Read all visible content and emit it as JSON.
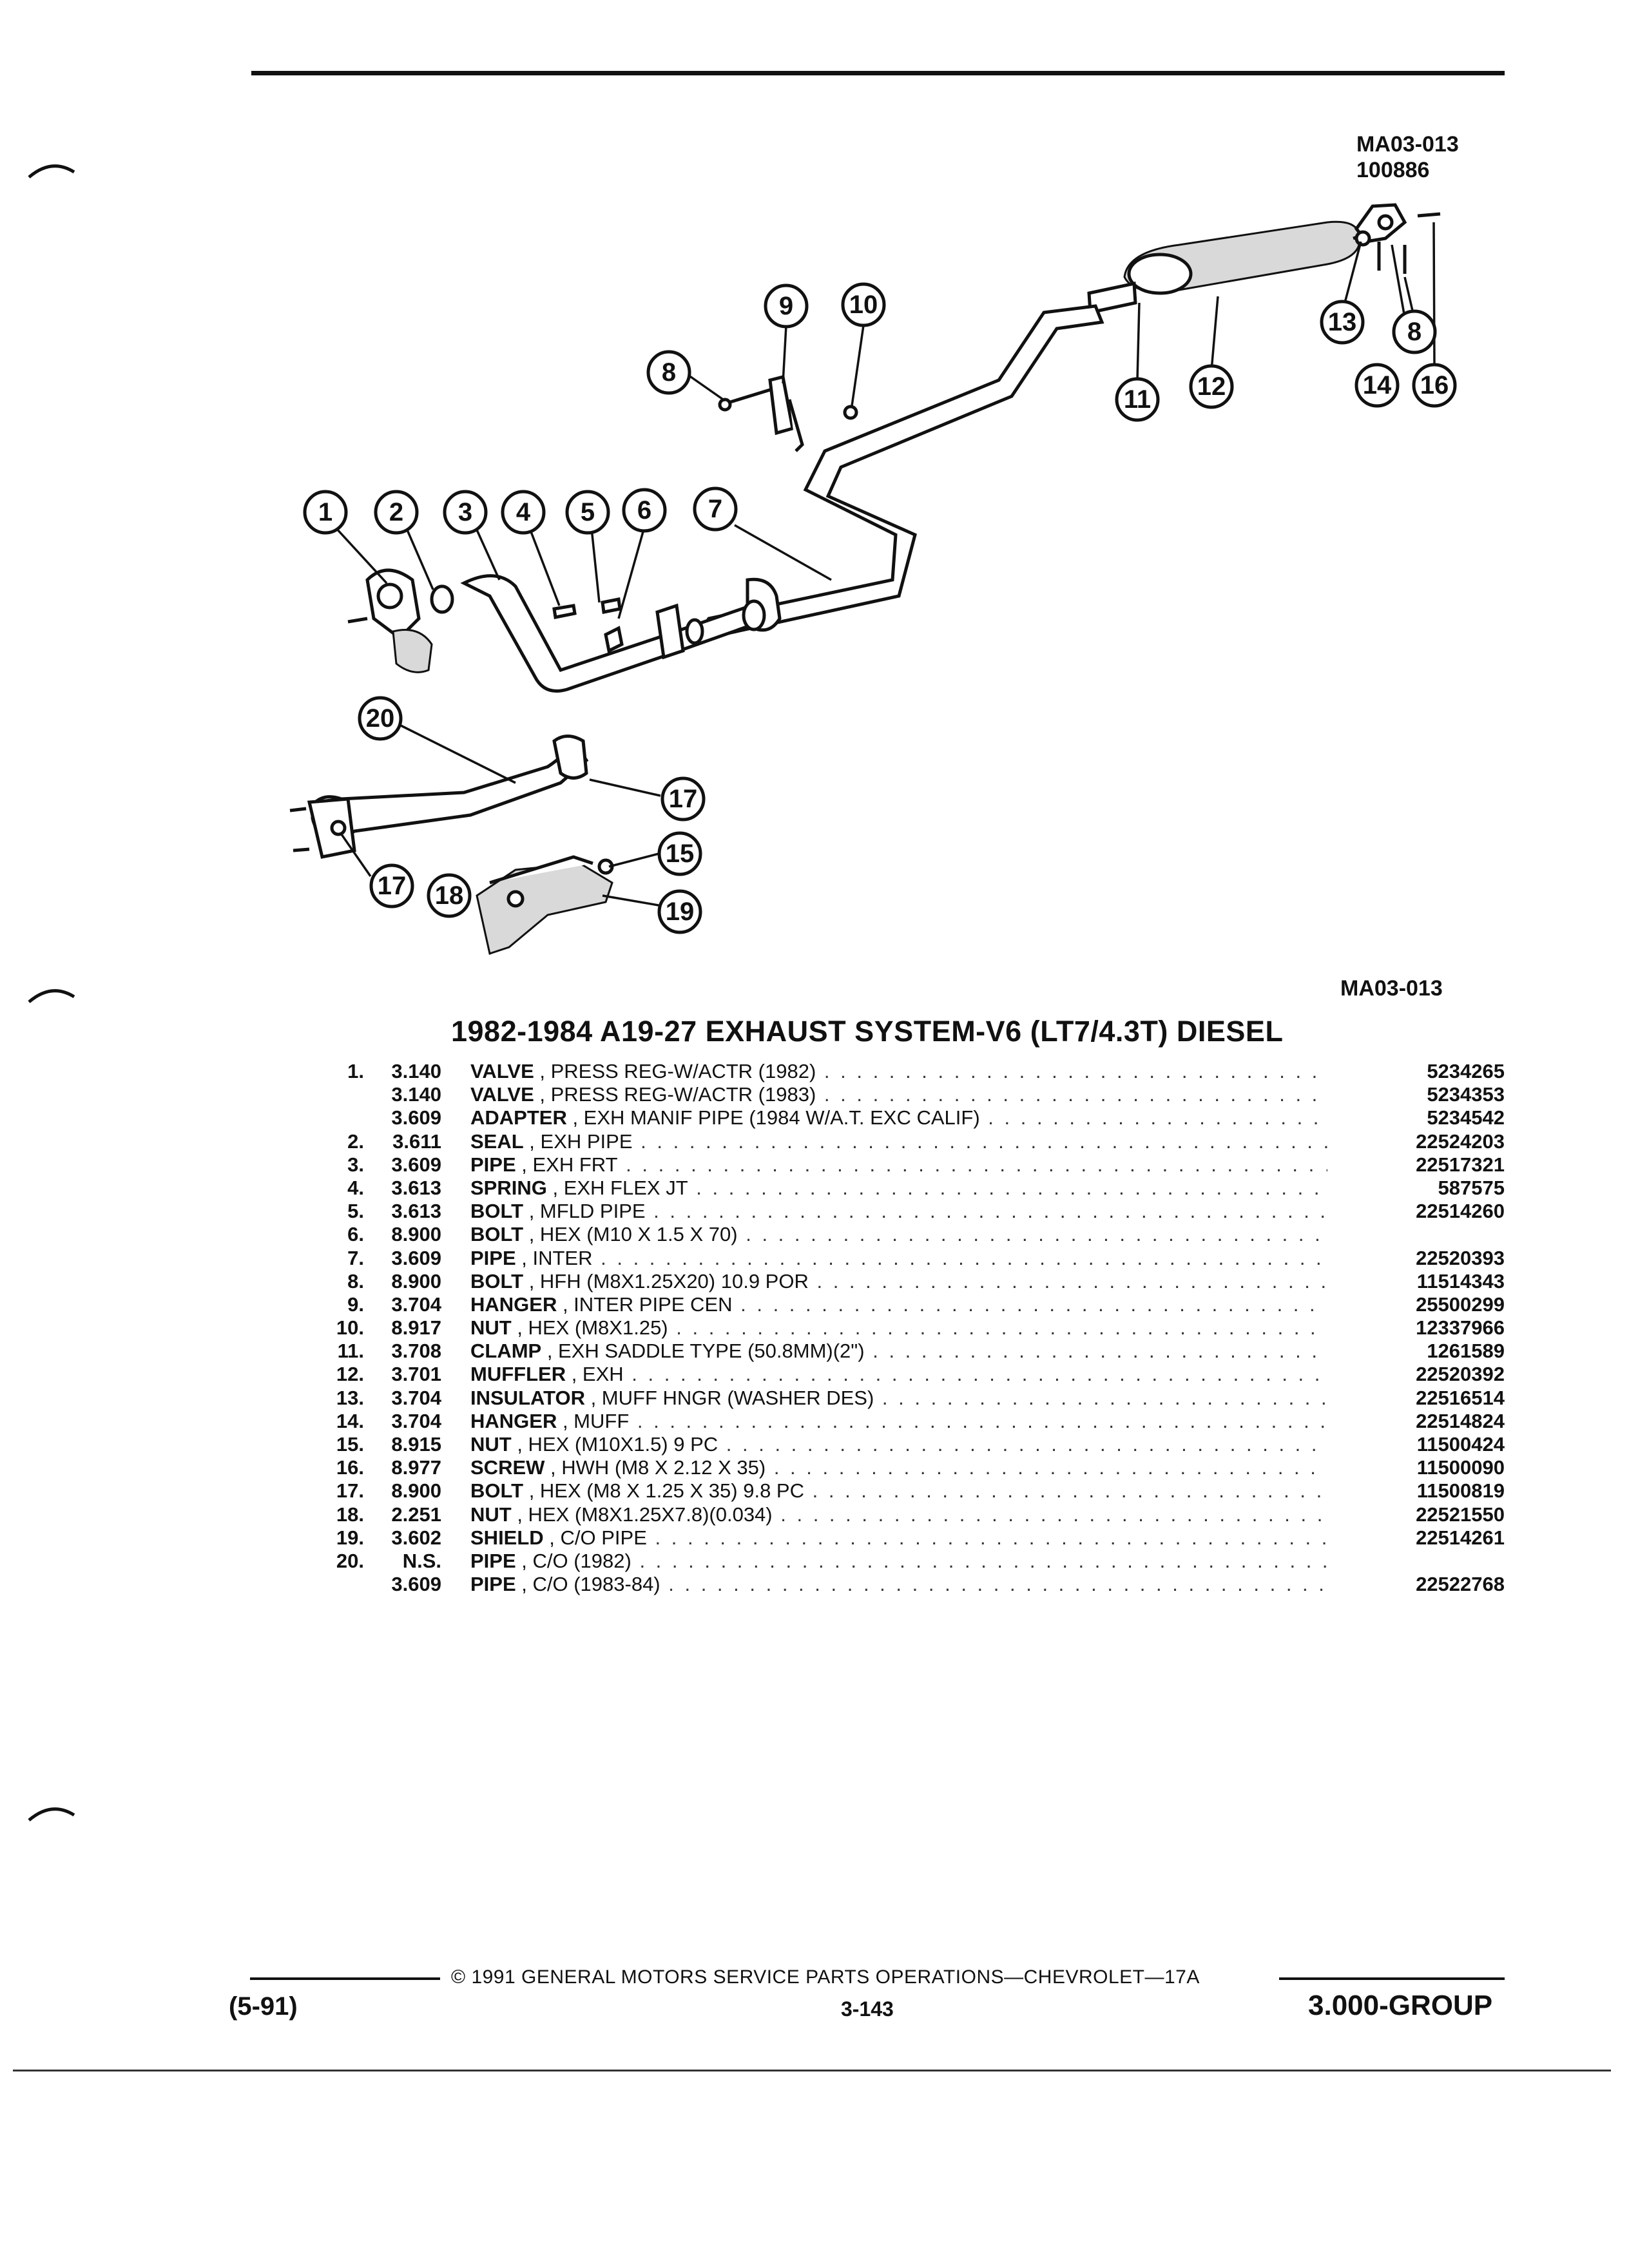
{
  "figure": {
    "ref_top": "MA03-013",
    "ref_top_date": "100886",
    "ref_bottom": "MA03-013",
    "callouts": [
      "1",
      "2",
      "3",
      "4",
      "5",
      "6",
      "7",
      "8",
      "9",
      "10",
      "11",
      "12",
      "13",
      "14",
      "15",
      "16",
      "17",
      "18",
      "19",
      "20"
    ]
  },
  "section": {
    "title": "1982-1984 A19-27 EXHAUST SYSTEM-V6 (LT7/4.3T) DIESEL"
  },
  "parts": [
    {
      "item": "1.",
      "group": "3.140",
      "name": "VALVE",
      "detail": " , PRESS REG-W/ACTR (1982)",
      "part_no": "5234265"
    },
    {
      "item": "",
      "group": "3.140",
      "name": "VALVE",
      "detail": " , PRESS REG-W/ACTR (1983)",
      "part_no": "5234353"
    },
    {
      "item": "",
      "group": "3.609",
      "name": "ADAPTER",
      "detail": " , EXH MANIF PIPE (1984 W/A.T. EXC CALIF)",
      "part_no": "5234542"
    },
    {
      "item": "2.",
      "group": "3.611",
      "name": "SEAL",
      "detail": " , EXH PIPE",
      "part_no": "22524203"
    },
    {
      "item": "3.",
      "group": "3.609",
      "name": "PIPE",
      "detail": " , EXH FRT",
      "part_no": "22517321"
    },
    {
      "item": "4.",
      "group": "3.613",
      "name": "SPRING",
      "detail": " , EXH FLEX JT",
      "part_no": "587575"
    },
    {
      "item": "5.",
      "group": "3.613",
      "name": "BOLT",
      "detail": " , MFLD PIPE",
      "part_no": "22514260"
    },
    {
      "item": "6.",
      "group": "8.900",
      "name": "BOLT",
      "detail": " , HEX (M10 X 1.5 X 70)",
      "part_no": ""
    },
    {
      "item": "7.",
      "group": "3.609",
      "name": "PIPE",
      "detail": " , INTER",
      "part_no": "22520393"
    },
    {
      "item": "8.",
      "group": "8.900",
      "name": "BOLT",
      "detail": " , HFH (M8X1.25X20) 10.9 POR",
      "part_no": "11514343"
    },
    {
      "item": "9.",
      "group": "3.704",
      "name": "HANGER",
      "detail": " , INTER PIPE CEN",
      "part_no": "25500299"
    },
    {
      "item": "10.",
      "group": "8.917",
      "name": "NUT",
      "detail": " , HEX (M8X1.25)",
      "part_no": "12337966"
    },
    {
      "item": "11.",
      "group": "3.708",
      "name": "CLAMP",
      "detail": " , EXH SADDLE TYPE (50.8MM)(2\")",
      "part_no": "1261589"
    },
    {
      "item": "12.",
      "group": "3.701",
      "name": "MUFFLER",
      "detail": " , EXH",
      "part_no": "22520392"
    },
    {
      "item": "13.",
      "group": "3.704",
      "name": "INSULATOR",
      "detail": " , MUFF HNGR (WASHER DES)",
      "part_no": "22516514"
    },
    {
      "item": "14.",
      "group": "3.704",
      "name": "HANGER",
      "detail": " , MUFF",
      "part_no": "22514824"
    },
    {
      "item": "15.",
      "group": "8.915",
      "name": "NUT",
      "detail": " , HEX (M10X1.5) 9 PC",
      "part_no": "11500424"
    },
    {
      "item": "16.",
      "group": "8.977",
      "name": "SCREW",
      "detail": " , HWH (M8 X 2.12 X 35)",
      "part_no": "11500090"
    },
    {
      "item": "17.",
      "group": "8.900",
      "name": "BOLT",
      "detail": " , HEX (M8 X 1.25 X 35) 9.8 PC",
      "part_no": "11500819"
    },
    {
      "item": "18.",
      "group": "2.251",
      "name": "NUT",
      "detail": " , HEX (M8X1.25X7.8)(0.034)",
      "part_no": "22521550"
    },
    {
      "item": "19.",
      "group": "3.602",
      "name": "SHIELD",
      "detail": " , C/O PIPE",
      "part_no": "22514261"
    },
    {
      "item": "20.",
      "group": "N.S.",
      "name": "PIPE",
      "detail": " , C/O (1982)",
      "part_no": ""
    },
    {
      "item": "",
      "group": "3.609",
      "name": "PIPE",
      "detail": " , C/O (1983-84)",
      "part_no": "22522768"
    }
  ],
  "footer": {
    "copyright": "© 1991 GENERAL MOTORS SERVICE PARTS OPERATIONS—CHEVROLET—17A",
    "date": "(5-91)",
    "page": "3-143",
    "group": "3.000-GROUP"
  }
}
